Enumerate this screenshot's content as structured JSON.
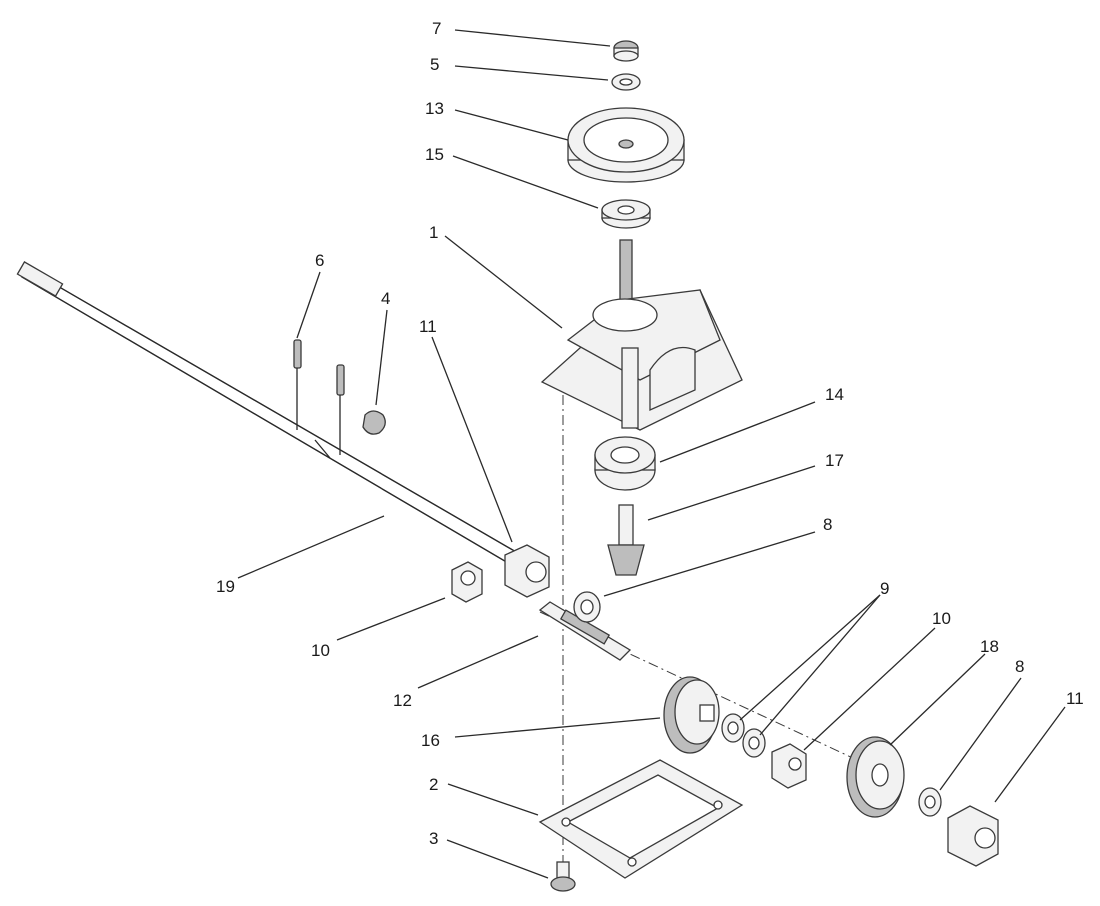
{
  "callouts": [
    {
      "id": "c7",
      "text": "7"
    },
    {
      "id": "c5",
      "text": "5"
    },
    {
      "id": "c13",
      "text": "13"
    },
    {
      "id": "c15",
      "text": "15"
    },
    {
      "id": "c1",
      "text": "1"
    },
    {
      "id": "c6",
      "text": "6"
    },
    {
      "id": "c4",
      "text": "4"
    },
    {
      "id": "c11a",
      "text": "11"
    },
    {
      "id": "c14",
      "text": "14"
    },
    {
      "id": "c17",
      "text": "17"
    },
    {
      "id": "c8a",
      "text": "8"
    },
    {
      "id": "c19",
      "text": "19"
    },
    {
      "id": "c10a",
      "text": "10"
    },
    {
      "id": "c9",
      "text": "9"
    },
    {
      "id": "c10b",
      "text": "10"
    },
    {
      "id": "c18",
      "text": "18"
    },
    {
      "id": "c8b",
      "text": "8"
    },
    {
      "id": "c11b",
      "text": "11"
    },
    {
      "id": "c12",
      "text": "12"
    },
    {
      "id": "c16",
      "text": "16"
    },
    {
      "id": "c2",
      "text": "2"
    },
    {
      "id": "c3",
      "text": "3"
    }
  ]
}
